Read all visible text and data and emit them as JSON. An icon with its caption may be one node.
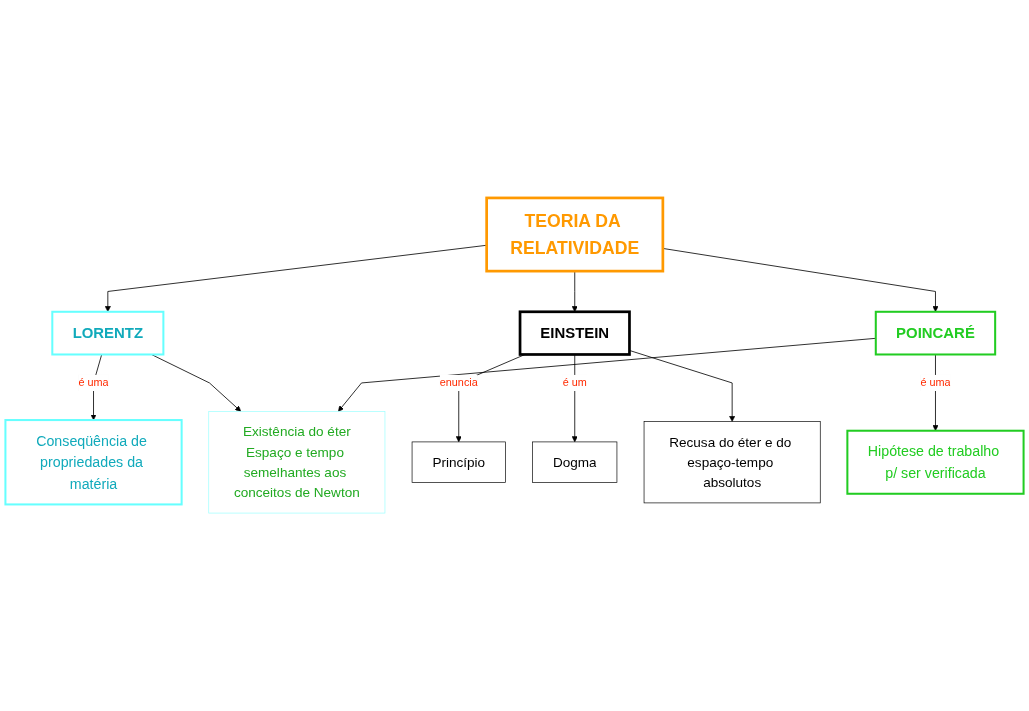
{
  "diagram": {
    "nodes": [
      {
        "text": [
          "TEORIA DA RELATIVIDADE"
        ]
      },
      {
        "text": [
          "LORENTZ"
        ]
      },
      {
        "text": [
          "EINSTEIN"
        ]
      },
      {
        "text": [
          "POINCARÉ"
        ]
      },
      {
        "text": [
          "Conseqüência de propriedades da matéria"
        ]
      },
      {
        "text": [
          "Princípio"
        ]
      },
      {
        "text": [
          "Dogma"
        ]
      },
      {
        "text": [
          "Recusa do éter e do espaço-tempo absolutos"
        ]
      },
      {
        "text": [
          "Hipótese de trabalho p/ ser verificada"
        ]
      },
      {
        "text": [
          "Existência do éter",
          "Espaço e tempo semelhantes aos conceitos de Newton"
        ]
      }
    ],
    "edges": [
      {
        "from": 0,
        "to": 1,
        "arrow": "to"
      },
      {
        "from": 0,
        "to": 2,
        "arrow": "to"
      },
      {
        "from": 0,
        "to": 3,
        "arrow": "to"
      },
      {
        "from": 1,
        "to": 4,
        "label": "é uma",
        "arrow": "to"
      },
      {
        "from": 2,
        "to": 5,
        "label": "enuncia",
        "arrow": "to"
      },
      {
        "from": 2,
        "to": 6,
        "label": "é um",
        "arrow": "to"
      },
      {
        "from": 2,
        "to": 7,
        "arrow": "to"
      },
      {
        "from": 3,
        "to": 8,
        "label": "é uma",
        "arrow": "to"
      },
      {
        "from": 1,
        "to": 9,
        "arrow": "to"
      },
      {
        "from": 3,
        "to": 9,
        "arrow": "to"
      }
    ]
  }
}
